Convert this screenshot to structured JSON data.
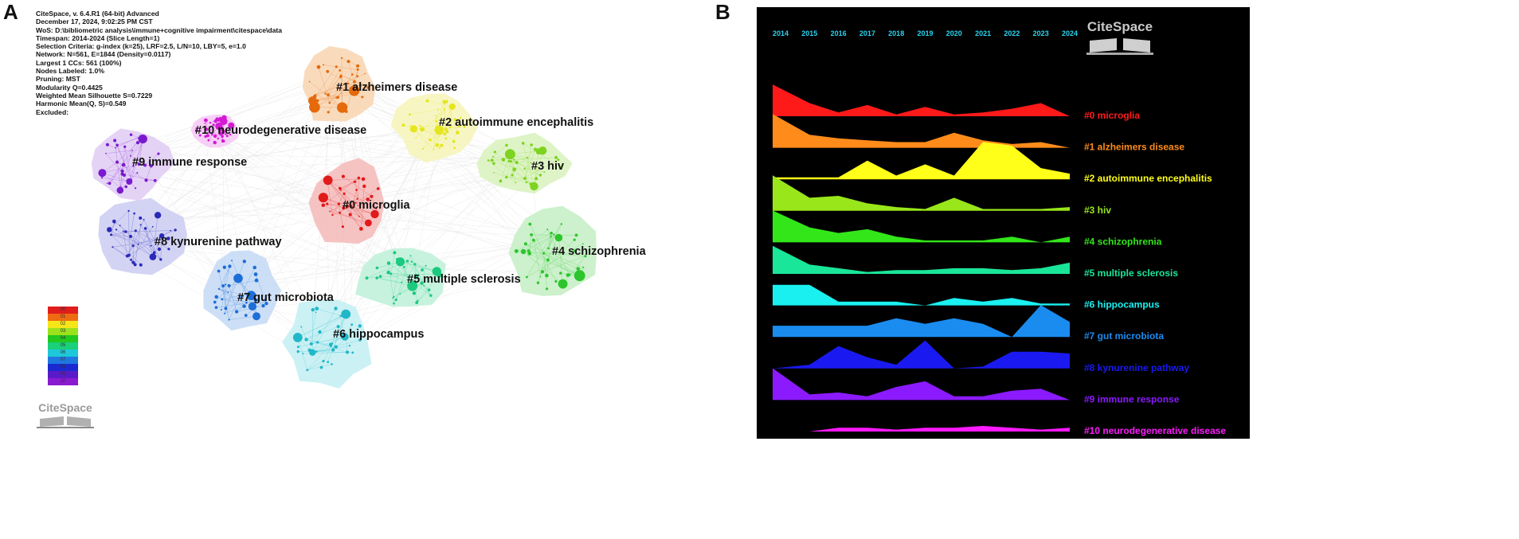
{
  "panels": {
    "a_label": "A",
    "b_label": "B"
  },
  "info_lines": [
    "CiteSpace, v. 6.4.R1 (64-bit) Advanced",
    "December 17, 2024, 9:02:25 PM CST",
    "WoS: D:\\bibliometric analysis\\immune+cognitive impairment\\citespace\\data",
    "Timespan: 2014-2024 (Slice Length=1)",
    "Selection Criteria: g-index (k=25), LRF=2.5, L/N=10, LBY=5, e=1.0",
    "Network: N=561, E=1844 (Density=0.0117)",
    "Largest 1 CCs: 561 (100%)",
    "Nodes Labeled: 1.0%",
    "Pruning: MST",
    "Modularity Q=0.4425",
    "Weighted Mean Silhouette S=0.7229",
    "Harmonic Mean(Q, S)=0.549",
    "Excluded:"
  ],
  "logo_text": "CiteSpace",
  "clusters": [
    {
      "label": "#0 microglia",
      "color": "#e11a1a",
      "hull": "#f4b8b8"
    },
    {
      "label": "#1 alzheimers disease",
      "color": "#e56a0c",
      "hull": "#f8d5b0"
    },
    {
      "label": "#2 autoimmune encephalitis",
      "color": "#e5e51e",
      "hull": "#f6f4b8"
    },
    {
      "label": "#3 hiv",
      "color": "#7ed321",
      "hull": "#d8f2bd"
    },
    {
      "label": "#4 schizophrenia",
      "color": "#2cc52c",
      "hull": "#c3efc3"
    },
    {
      "label": "#5 multiple sclerosis",
      "color": "#1cc97f",
      "hull": "#bdf0d8"
    },
    {
      "label": "#6 hippocampus",
      "color": "#20b8c8",
      "hull": "#c2eef2"
    },
    {
      "label": "#7 gut microbiota",
      "color": "#1e6ed8",
      "hull": "#c4d9f4"
    },
    {
      "label": "#8 kynurenine pathway",
      "color": "#2a2ab8",
      "hull": "#cbcbf2"
    },
    {
      "label": "#9 immune response",
      "color": "#7a1ad0",
      "hull": "#e1cbf4"
    },
    {
      "label": "#10 neurodegenerative disease",
      "color": "#d41ad4",
      "hull": "#f6c8f6"
    }
  ],
  "legend_colors": [
    "#e01c1c",
    "#ef6b12",
    "#f5e61a",
    "#9be11c",
    "#22c81e",
    "#1ad07a",
    "#1ec8d8",
    "#1e78e0",
    "#1a2ad0",
    "#5a1ac8",
    "#8a1ad0"
  ],
  "legend_labels": [
    "00",
    "01",
    "02",
    "03",
    "04",
    "05",
    "06",
    "07",
    "08",
    "09",
    "10"
  ],
  "timeline": {
    "years": [
      "2014",
      "2015",
      "2016",
      "2017",
      "2018",
      "2019",
      "2020",
      "2021",
      "2022",
      "2023",
      "2024"
    ],
    "year_color": "#29d4f0",
    "series": [
      {
        "label": "#0 microglia",
        "color": "#ff1a1a",
        "values": [
          0.85,
          0.35,
          0.1,
          0.3,
          0.05,
          0.25,
          0.05,
          0.1,
          0.2,
          0.35,
          0
        ]
      },
      {
        "label": "#1 alzheimers disease",
        "color": "#ff8c1a",
        "values": [
          0.9,
          0.35,
          0.25,
          0.2,
          0.15,
          0.15,
          0.4,
          0.2,
          0.1,
          0.15,
          0
        ]
      },
      {
        "label": "#2 autoimmune encephalitis",
        "color": "#ffff1a",
        "values": [
          0.05,
          0.05,
          0.05,
          0.5,
          0.1,
          0.4,
          0.1,
          1.0,
          0.9,
          0.3,
          0.15
        ]
      },
      {
        "label": "#3 hiv",
        "color": "#99e61a",
        "values": [
          0.95,
          0.35,
          0.4,
          0.2,
          0.1,
          0.05,
          0.35,
          0.05,
          0.05,
          0.05,
          0.1
        ]
      },
      {
        "label": "#4 schizophrenia",
        "color": "#33e61a",
        "values": [
          0.85,
          0.4,
          0.25,
          0.35,
          0.15,
          0.05,
          0.05,
          0.05,
          0.15,
          0,
          0.15
        ]
      },
      {
        "label": "#5 multiple sclerosis",
        "color": "#1ae699",
        "values": [
          0.75,
          0.25,
          0.15,
          0.05,
          0.1,
          0.1,
          0.15,
          0.15,
          0.1,
          0.15,
          0.3
        ]
      },
      {
        "label": "#6 hippocampus",
        "color": "#1af0f0",
        "values": [
          0.55,
          0.55,
          0.1,
          0.1,
          0.1,
          0,
          0.2,
          0.1,
          0.2,
          0.05,
          0.05
        ]
      },
      {
        "label": "#7 gut microbiota",
        "color": "#1a8cf0",
        "values": [
          0.3,
          0.3,
          0.3,
          0.3,
          0.5,
          0.35,
          0.5,
          0.35,
          0,
          0.85,
          0.4
        ]
      },
      {
        "label": "#8 kynurenine pathway",
        "color": "#1a1af0",
        "values": [
          0,
          0.1,
          0.6,
          0.3,
          0.1,
          0.75,
          0,
          0.05,
          0.45,
          0.45,
          0.4
        ]
      },
      {
        "label": "#9 immune response",
        "color": "#8c1aff",
        "values": [
          0.85,
          0.15,
          0.2,
          0.1,
          0.35,
          0.5,
          0.1,
          0.1,
          0.25,
          0.3,
          0
        ]
      },
      {
        "label": "#10 neurodegenerative disease",
        "color": "#ff1aff",
        "values": [
          0,
          0,
          0.1,
          0.1,
          0.05,
          0.1,
          0.1,
          0.15,
          0.1,
          0.05,
          0.1
        ]
      }
    ]
  }
}
